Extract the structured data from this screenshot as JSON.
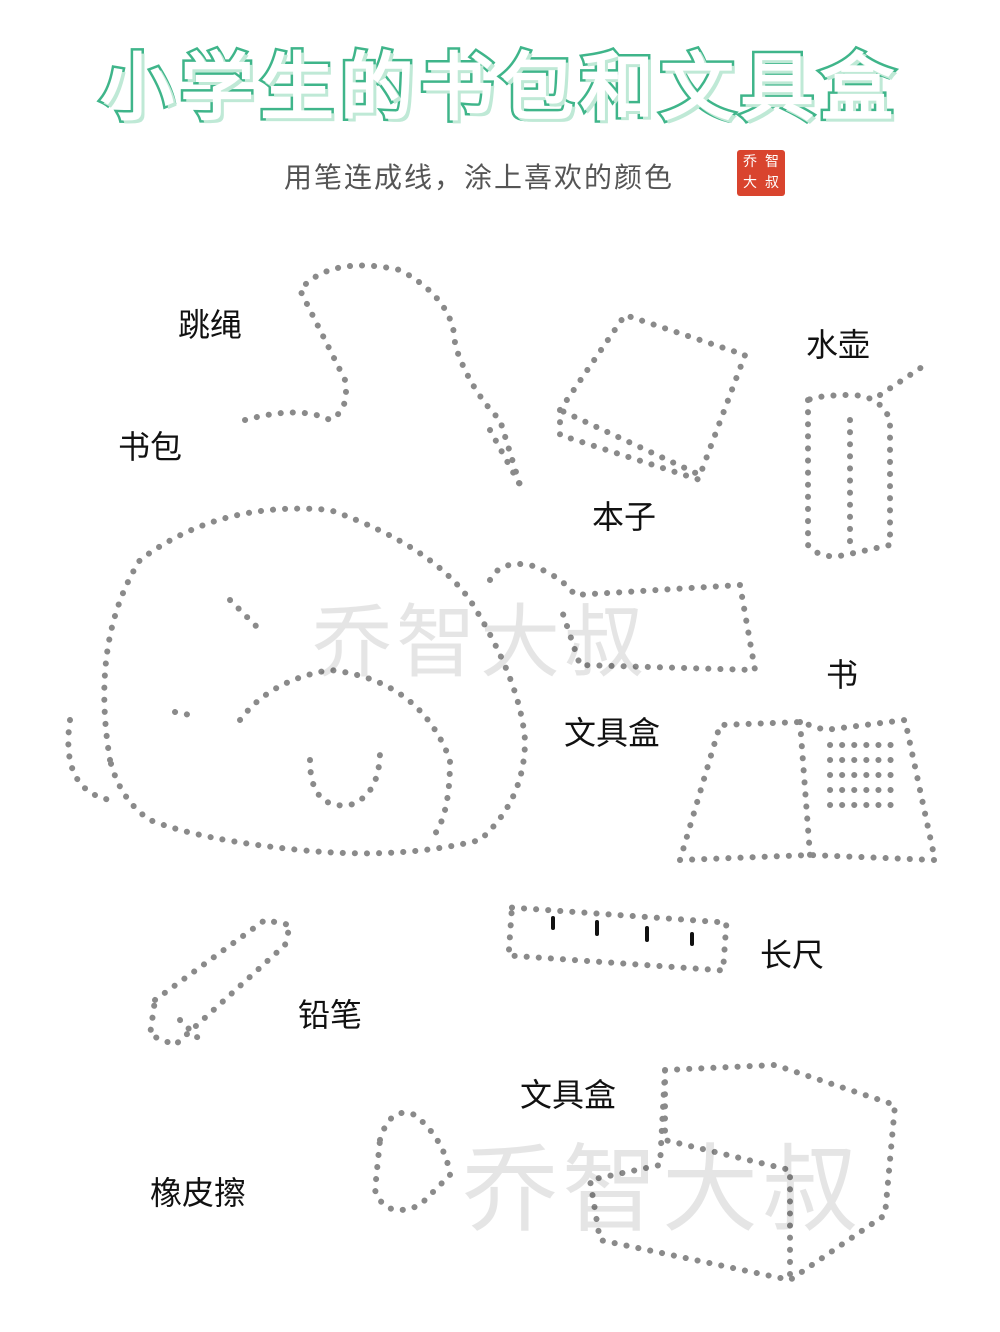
{
  "title": "小学生的书包和文具盒",
  "subtitle": "用笔连成线，涂上喜欢的颜色",
  "seal": [
    "乔",
    "智",
    "大",
    "叔"
  ],
  "labels": {
    "jump_rope": "跳绳",
    "schoolbag": "书包",
    "notebook": "本子",
    "water_bottle": "水壶",
    "book": "书",
    "pencil_case_top": "文具盒",
    "ruler": "长尺",
    "pencil": "铅笔",
    "pencil_case_bottom": "文具盒",
    "eraser": "橡皮擦"
  },
  "watermark": "乔智大叔",
  "colors": {
    "title_outline": "#3fb58a",
    "dots": "#8a8a8a",
    "seal": "#d9442e"
  }
}
